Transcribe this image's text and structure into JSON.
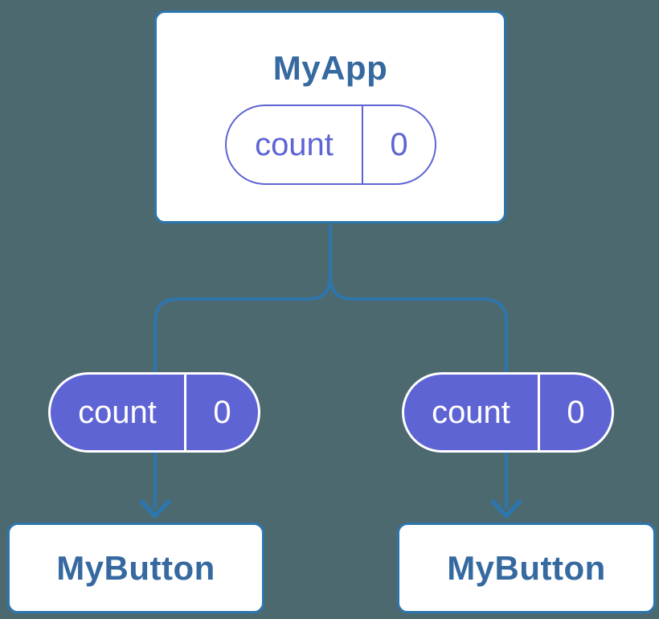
{
  "diagram": {
    "type": "component-tree",
    "colors": {
      "background": "#4d6970",
      "connector_blue": "#2d76ad",
      "card_border_blue": "#2d76ad",
      "card_fill": "#ffffff",
      "title_text_blue": "#35699f",
      "pill_indigo": "#5e64d3",
      "pill_solid_text": "#ffffff"
    },
    "root": {
      "title": "MyApp",
      "state_pill": {
        "label": "count",
        "value": "0"
      }
    },
    "children": [
      {
        "title": "MyButton",
        "prop_pill": {
          "label": "count",
          "value": "0"
        }
      },
      {
        "title": "MyButton",
        "prop_pill": {
          "label": "count",
          "value": "0"
        }
      }
    ]
  }
}
